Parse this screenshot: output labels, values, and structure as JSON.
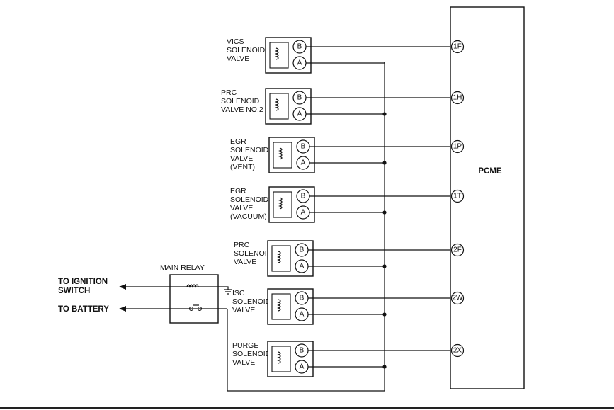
{
  "pcm": {
    "label": "PCME"
  },
  "main_relay": {
    "title": "MAIN RELAY"
  },
  "connections": [
    {
      "text": "TO IGNITION",
      "text2": "SWITCH"
    },
    {
      "text": "TO BATTERY"
    }
  ],
  "components": [
    {
      "lines": [
        "VICS",
        "SOLENOID",
        "VALVE"
      ],
      "pin_b": "B",
      "pin_a": "A",
      "terminal": "1F"
    },
    {
      "lines": [
        "PRC",
        "SOLENOID",
        "VALVE NO.2"
      ],
      "pin_b": "B",
      "pin_a": "A",
      "terminal": "1H"
    },
    {
      "lines": [
        "EGR",
        "SOLENOID",
        "VALVE",
        "(VENT)"
      ],
      "pin_b": "B",
      "pin_a": "A",
      "terminal": "1P"
    },
    {
      "lines": [
        "EGR",
        "SOLENOID",
        "VALVE",
        "(VACUUM)"
      ],
      "pin_b": "B",
      "pin_a": "A",
      "terminal": "1T"
    },
    {
      "lines": [
        "PRC",
        "SOLENOID",
        "VALVE"
      ],
      "pin_b": "B",
      "pin_a": "A",
      "terminal": "2F"
    },
    {
      "lines": [
        "ISC",
        "SOLENOID",
        "VALVE"
      ],
      "pin_b": "B",
      "pin_a": "A",
      "terminal": "2W"
    },
    {
      "lines": [
        "PURGE",
        "SOLENOID",
        "VALVE"
      ],
      "pin_b": "B",
      "pin_a": "A",
      "terminal": "2X"
    }
  ]
}
